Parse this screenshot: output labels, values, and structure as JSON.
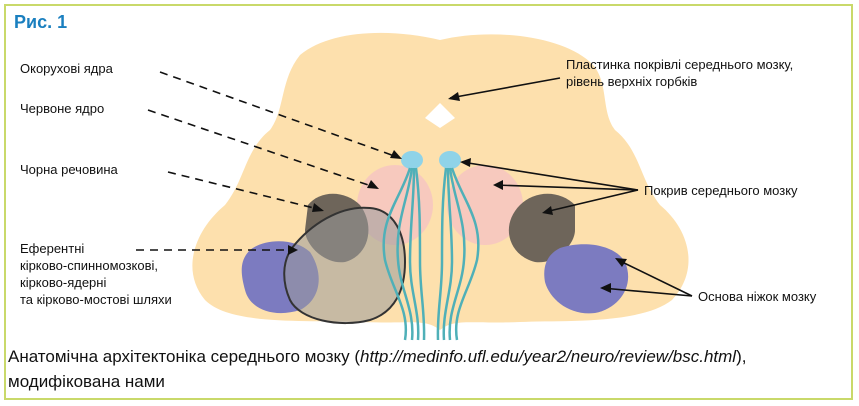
{
  "figure": {
    "title": "Рис. 1",
    "labels": {
      "okoruhovi": "Окорухові ядра",
      "chervone": "Червоне ядро",
      "chorna": "Чорна речовина",
      "eferentni": [
        "Еферентні",
        "кірково-спинномозкові,",
        "кірково-ядерні",
        "та кірково-мостові шляхи"
      ],
      "plastynka": [
        "Пластинка покрівлі середнього мозку,",
        "рівень верхніх горбків"
      ],
      "pokryv": "Покрив середнього мозку",
      "osnova": "Основа ніжок мозку"
    },
    "caption": {
      "text_before": "Анатомічна архітектоніка середнього мозку (",
      "link": "http://medinfo.ufl.edu/year2/neuro/review/bsc.html",
      "text_after": "), модифікована нами"
    },
    "colors": {
      "frame": "#c9d96a",
      "title": "#1a7fbf",
      "brain": "#fde0ad",
      "pink": "#f6c6c0",
      "nucleus": "#8fd3e8",
      "tracts": "#4fb0b8",
      "substantia_nigra": "#6e655a",
      "peduncle": "#7c7bc0"
    }
  }
}
